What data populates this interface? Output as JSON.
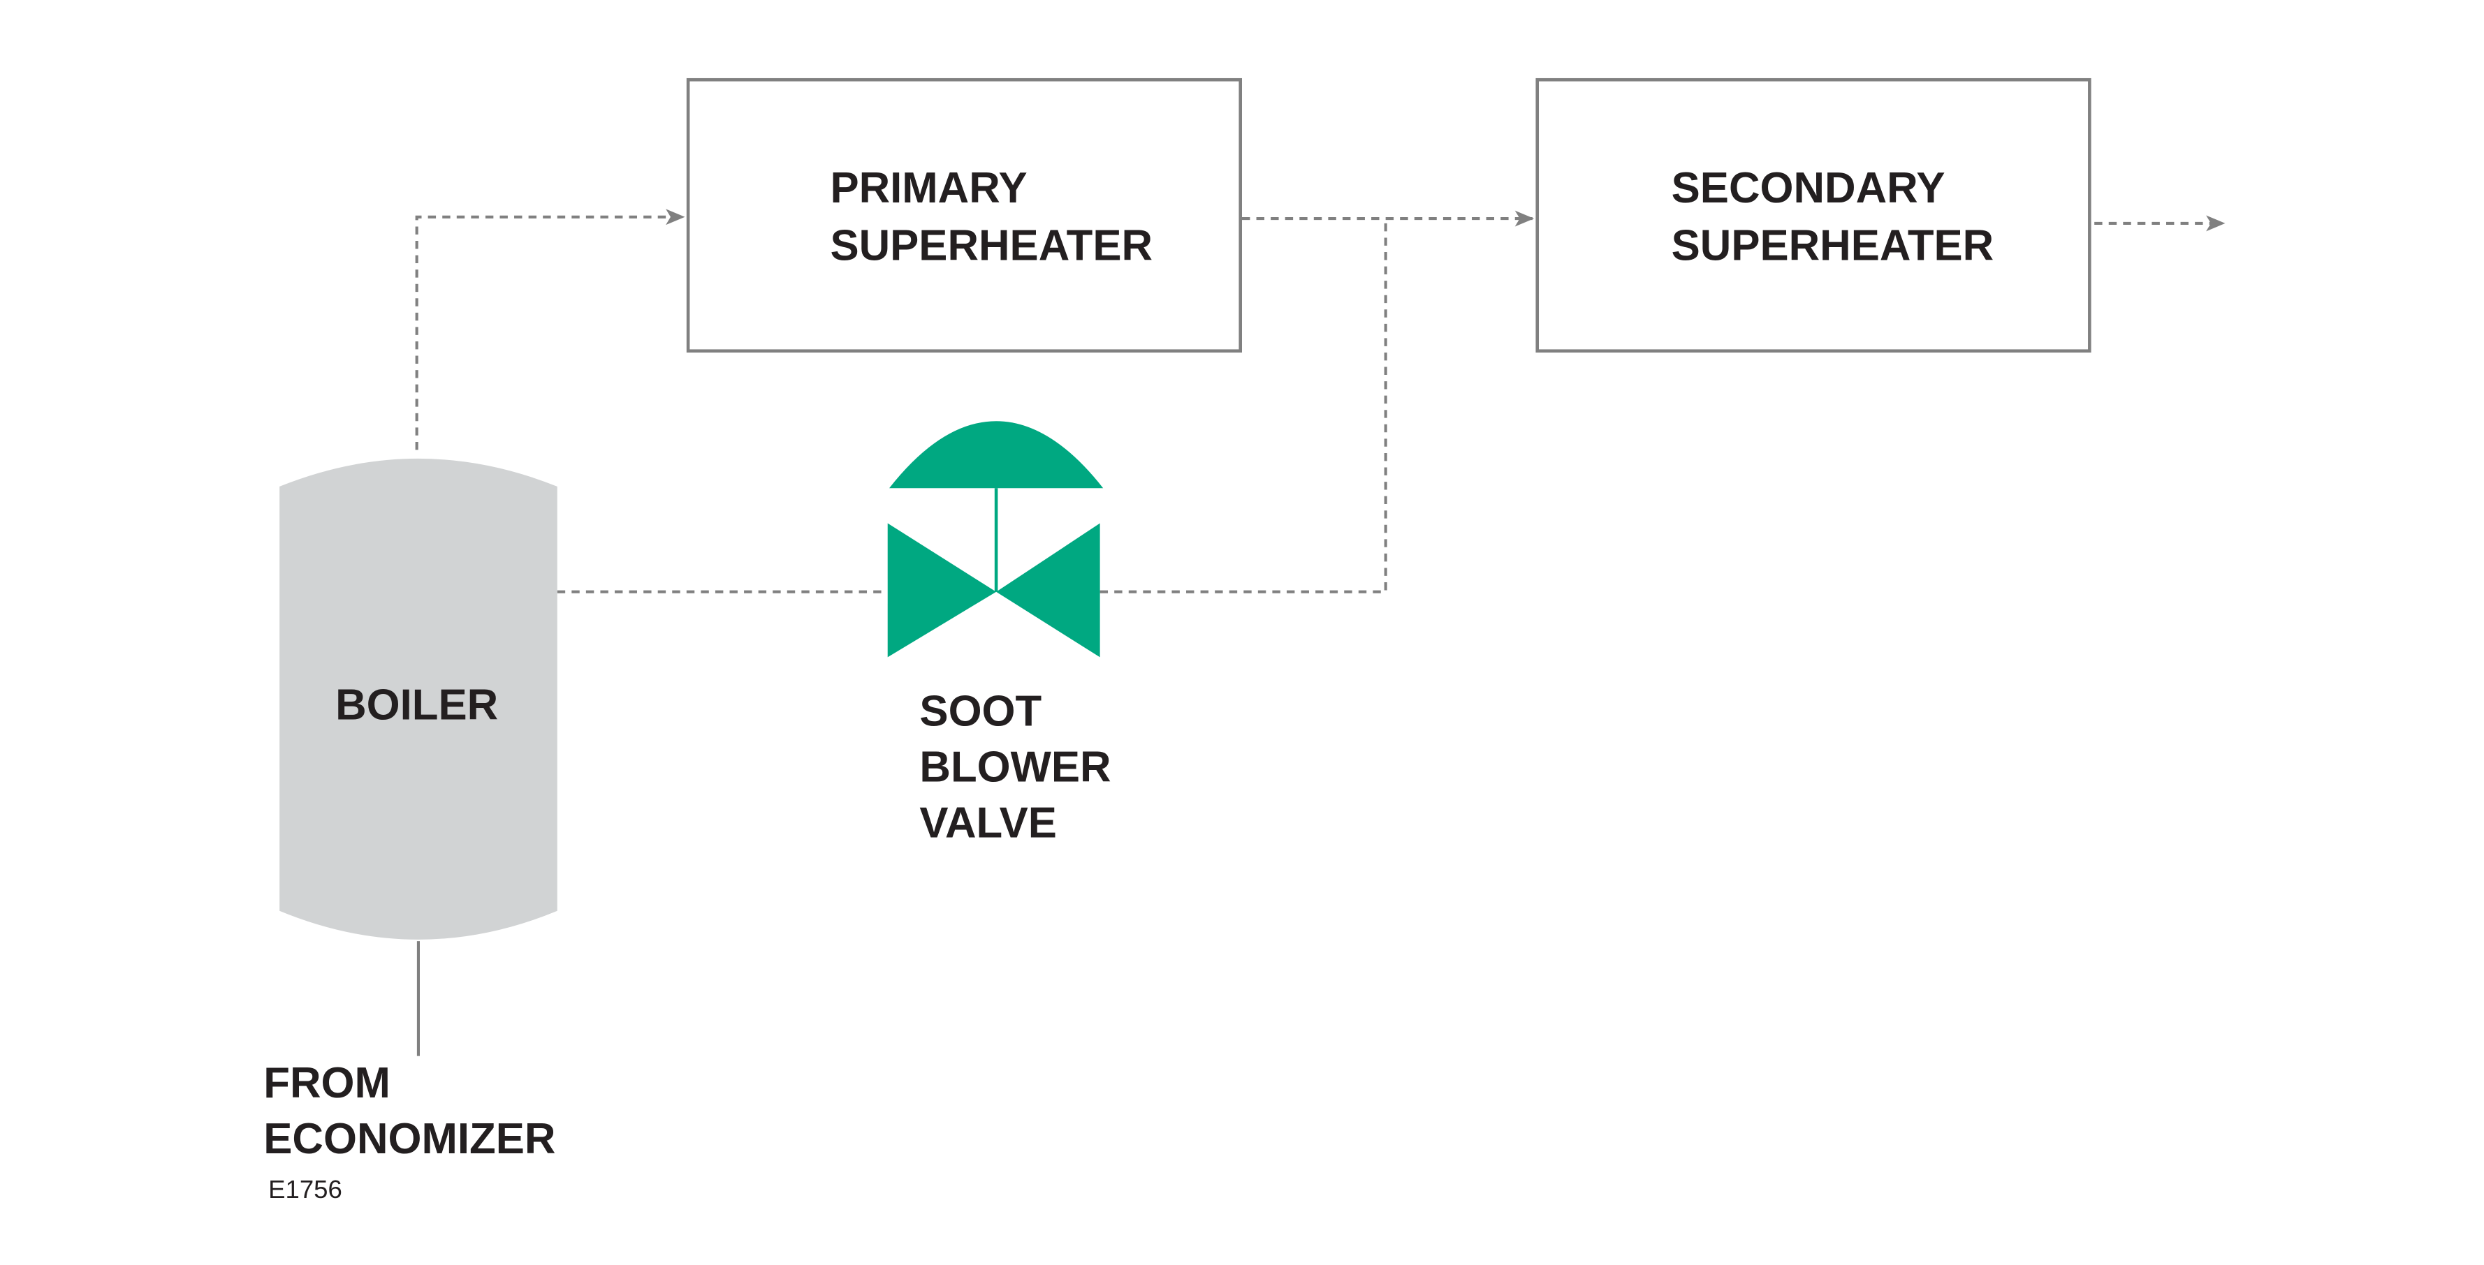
{
  "diagram": {
    "primary_superheater": [
      "PRIMARY",
      "SUPERHEATER"
    ],
    "secondary_superheater": [
      "SECONDARY",
      "SUPERHEATER"
    ],
    "boiler": "BOILER",
    "valve": [
      "SOOT",
      "BLOWER",
      "VALVE"
    ],
    "source": [
      "FROM",
      "ECONOMIZER"
    ],
    "figure_id": "E1756"
  },
  "colors": {
    "valve": "#00a881",
    "boiler": "#d1d3d4",
    "lines": "#808080",
    "text": "#231f20"
  }
}
